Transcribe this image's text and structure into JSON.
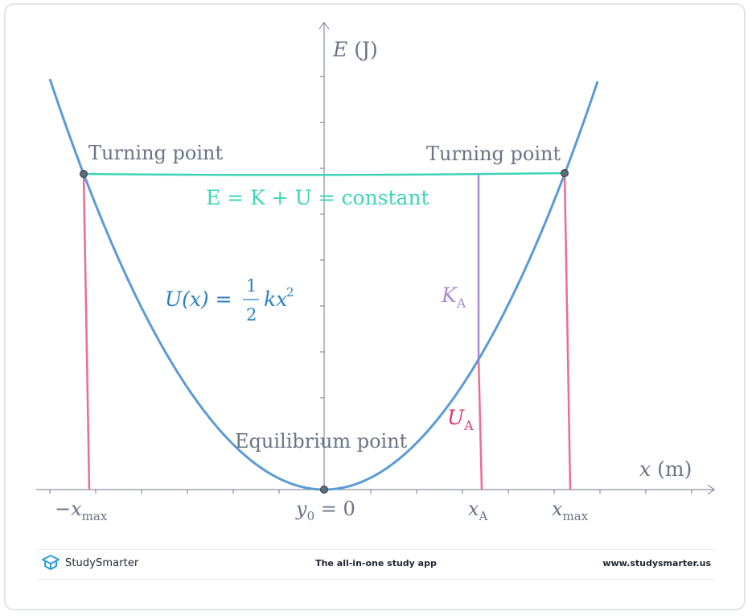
{
  "diagram": {
    "axis_y_label_var": "E",
    "axis_y_label_unit": "(J)",
    "axis_x_label_var": "x",
    "axis_x_label_unit": "(m)",
    "turning_left": "Turning point",
    "turning_right": "Turning point",
    "energy_equation": "E = K + U = constant",
    "potential_lhs": "U(x) =",
    "potential_num": "1",
    "potential_den": "2",
    "potential_rhs": "kx",
    "potential_exp": "2",
    "equilibrium": "Equilibrium point",
    "kinetic_label_main": "K",
    "kinetic_label_sub": "A",
    "potential_label_main": "U",
    "potential_label_sub": "A",
    "tick_neg_xmax_main": "−x",
    "tick_neg_xmax_sub": "max",
    "tick_y0_main": "y",
    "tick_y0_sub": "0",
    "tick_y0_rest": " = 0",
    "tick_xA_main": "x",
    "tick_xA_sub": "A",
    "tick_xmax_main": "x",
    "tick_xmax_sub": "max",
    "colors": {
      "parabola": "#5b9bd5",
      "energy": "#3fd4b8",
      "pink": "#ee6a95",
      "kinetic": "#a98bd2",
      "axis": "#6b7a8c",
      "text": "#6a7585",
      "potential_text": "#2a7fc4",
      "ua_text": "#e0356f"
    }
  },
  "footer": {
    "brand": "StudySmarter",
    "tagline": "The all-in-one study app",
    "website": "www.studysmarter.us"
  }
}
